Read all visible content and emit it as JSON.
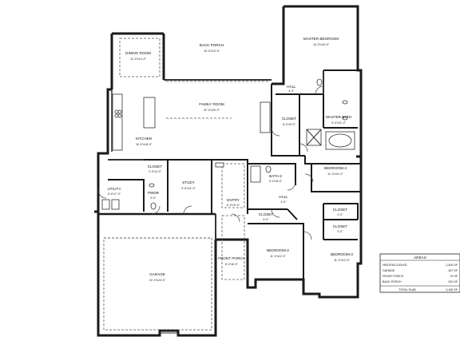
{
  "rooms": {
    "master_bedroom": {
      "name": "MASTER BEDROOM",
      "dim": "15'-0\"x16'-0\""
    },
    "back_porch": {
      "name": "BACK PORCH",
      "dim": "15'-0\"x10'-0\""
    },
    "dining_room": {
      "name": "DINING ROOM",
      "dim": "11'-0\"x14'-0\""
    },
    "family_room": {
      "name": "FAMILY ROOM",
      "dim": "22'-0\"x20'-0\""
    },
    "kitchen": {
      "name": "KITCHEN",
      "dim": "10'-0\"x18'-0\""
    },
    "master_bath": {
      "name": "MASTER BATH",
      "dim": "9'-0\"x11'-0\""
    },
    "closet_master": {
      "name": "CLOSET",
      "dim": "8'-0\"x9'-0\""
    },
    "hall_master": {
      "name": "HALL",
      "dim": "4'-0\""
    },
    "bedroom_4": {
      "name": "BEDROOM-4",
      "dim": "11'-0\"x11'-0\""
    },
    "bath_2": {
      "name": "BATH-2",
      "dim": "5'-0\"x8'-0\""
    },
    "study": {
      "name": "STUDY",
      "dim": "9'-0\"x11'-0\""
    },
    "entry": {
      "name": "ENTRY",
      "dim": "6'-0\"x9'-0\""
    },
    "hall": {
      "name": "HALL",
      "dim": "4'-0\""
    },
    "pwdr": {
      "name": "PWDR",
      "dim": "5'-0\""
    },
    "closet_pantry": {
      "name": "CLOSET",
      "dim": "3'-0\"x4'-0\""
    },
    "utility": {
      "name": "UTILITY",
      "dim": "6'-0\"x7'-0\""
    },
    "garage": {
      "name": "GARAGE",
      "dim": "22'-0\"x24'-0\""
    },
    "front_porch": {
      "name": "FRONT PORCH",
      "dim": "6'-0\"x8'-0\""
    },
    "bedroom_2": {
      "name": "BEDROOM-2",
      "dim": "11'-0\"x12'-0\""
    },
    "bedroom_3": {
      "name": "BEDROOM-3",
      "dim": "11'-0\"x12'-0\""
    },
    "closet_b2": {
      "name": "CLOSET",
      "dim": "5'-0\""
    },
    "closet_b3": {
      "name": "CLOSET",
      "dim": "3'-0\""
    },
    "closet_b4": {
      "name": "CLOSET",
      "dim": "2'-0\""
    }
  },
  "areas": {
    "title": "AREAS",
    "rows": [
      {
        "label": "HEATED/COOLED",
        "value": "2,400 SF"
      },
      {
        "label": "GARAGE",
        "value": "467 SF"
      },
      {
        "label": "FRONT PORCH",
        "value": "70 SF"
      },
      {
        "label": "BACK PORCH",
        "value": "229 SF"
      }
    ],
    "total_label": "TOTAL SLAB",
    "total_value": "3,165 SF"
  }
}
